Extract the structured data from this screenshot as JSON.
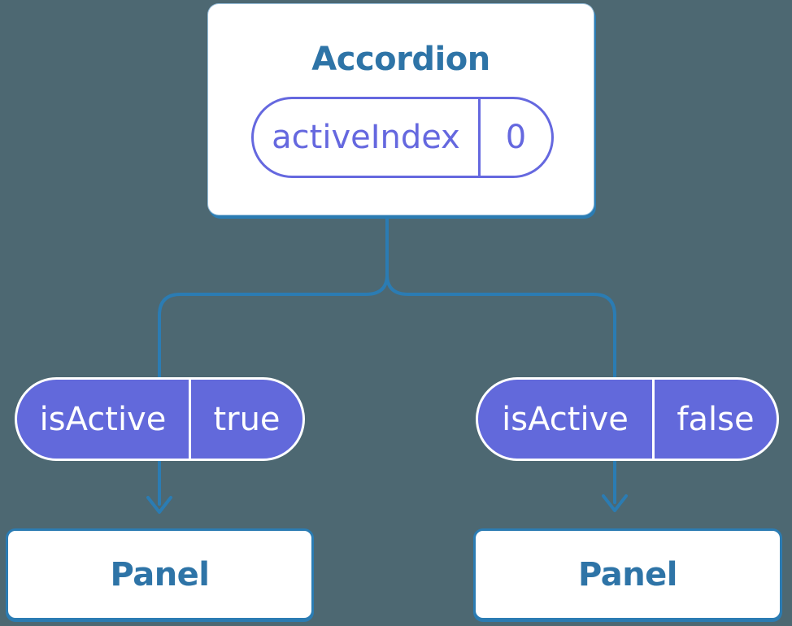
{
  "colors": {
    "background": "#4d6872",
    "connector_blue": "#2b7cb3",
    "node_text_blue": "#2e74a7",
    "pill_purple": "#6269db",
    "pill_outline_purple": "#6568df",
    "pill_text_white": "#ffffff",
    "card_white": "#ffffff"
  },
  "tree": {
    "root": {
      "title": "Accordion",
      "state_pill": {
        "key": "activeIndex",
        "value": "0"
      }
    },
    "children": [
      {
        "prop_pill": {
          "key": "isActive",
          "value": "true"
        },
        "node": {
          "title": "Panel"
        }
      },
      {
        "prop_pill": {
          "key": "isActive",
          "value": "false"
        },
        "node": {
          "title": "Panel"
        }
      }
    ]
  }
}
